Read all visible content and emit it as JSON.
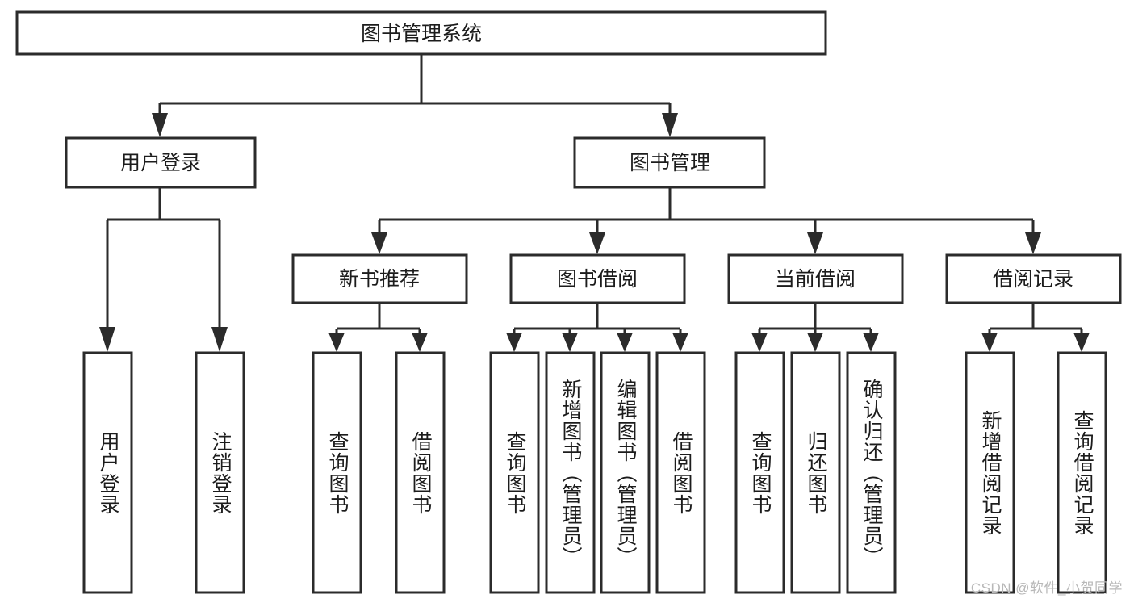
{
  "diagram": {
    "title": "图书管理系统",
    "type": "tree-hierarchy",
    "root": {
      "id": "root",
      "label": "图书管理系统"
    },
    "level2": [
      {
        "id": "user-login",
        "label": "用户登录"
      },
      {
        "id": "book-management",
        "label": "图书管理"
      }
    ],
    "level3": [
      {
        "id": "new-book-recommend",
        "label": "新书推荐",
        "parent": "book-management"
      },
      {
        "id": "book-borrow",
        "label": "图书借阅",
        "parent": "book-management"
      },
      {
        "id": "current-borrow",
        "label": "当前借阅",
        "parent": "book-management"
      },
      {
        "id": "borrow-record",
        "label": "借阅记录",
        "parent": "book-management"
      }
    ],
    "leaves": {
      "user-login": [
        {
          "id": "leaf-user-login",
          "label": "用户登录"
        },
        {
          "id": "leaf-logout-login",
          "label": "注销登录"
        }
      ],
      "new-book-recommend": [
        {
          "id": "leaf-query-book-1",
          "label": "查询图书"
        },
        {
          "id": "leaf-borrow-book-1",
          "label": "借阅图书"
        }
      ],
      "book-borrow": [
        {
          "id": "leaf-query-book-2",
          "label": "查询图书"
        },
        {
          "id": "leaf-add-book-admin",
          "label": "新增图书（管理员）"
        },
        {
          "id": "leaf-edit-book-admin",
          "label": "编辑图书（管理员）"
        },
        {
          "id": "leaf-borrow-book-2",
          "label": "借阅图书"
        }
      ],
      "current-borrow": [
        {
          "id": "leaf-query-book-3",
          "label": "查询图书"
        },
        {
          "id": "leaf-return-book",
          "label": "归还图书"
        },
        {
          "id": "leaf-confirm-return-admin",
          "label": "确认归还（管理员）"
        }
      ],
      "borrow-record": [
        {
          "id": "leaf-add-borrow-record",
          "label": "新增借阅记录"
        },
        {
          "id": "leaf-query-borrow-record",
          "label": "查询借阅记录"
        }
      ]
    }
  },
  "watermark": {
    "text": "CSDN @软件_小贺同学"
  },
  "colors": {
    "stroke": "#2b2b2b",
    "fill": "#ffffff",
    "text": "#1c1c1c",
    "watermark": "#b8b8b8"
  }
}
